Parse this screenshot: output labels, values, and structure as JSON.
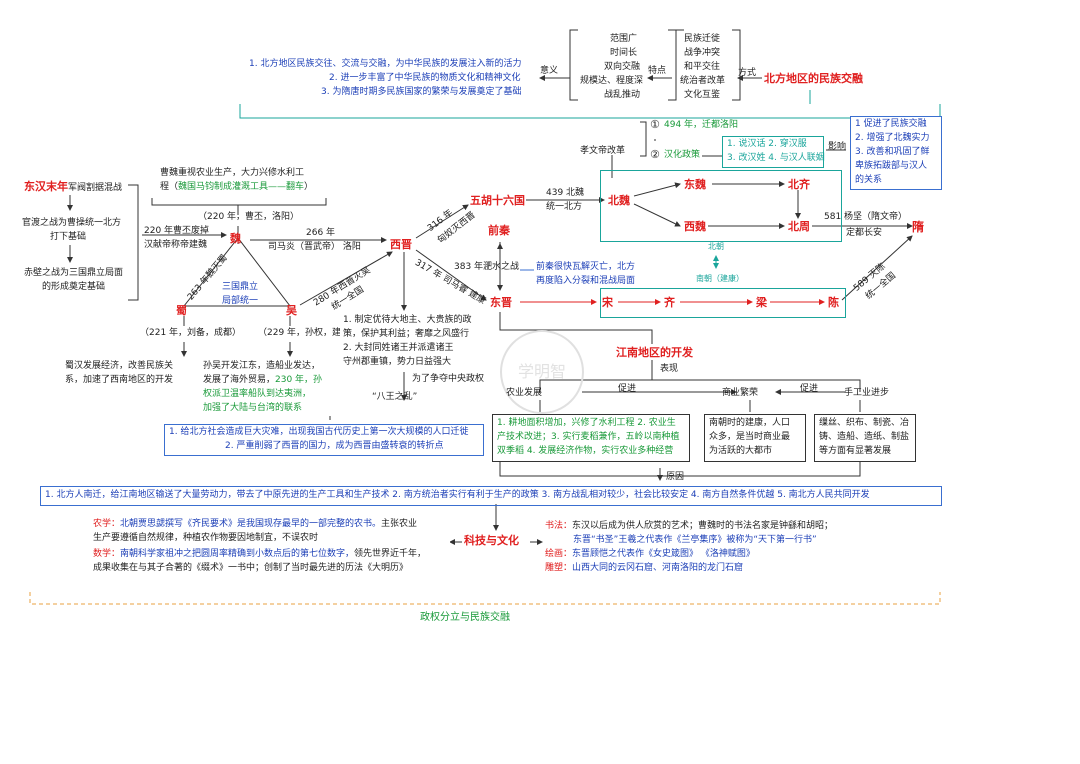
{
  "top": {
    "significance_lines": [
      "1. 北方地区民族交往、交流与交融，为中华民族的发展注入新的活力",
      "2. 进一步丰富了中华民族的物质文化和精神文化",
      "3. 为隋唐时期多民族国家的繁荣与发展奠定了基础"
    ],
    "significance_label": "意义",
    "features_lines": [
      "范围广",
      "时间长",
      "双向交融",
      "规模达、程度深",
      "战乱推动"
    ],
    "features_label": "特点",
    "ways_lines": [
      "民族迁徙",
      "战争冲突",
      "和平交往",
      "统治者改革",
      "文化互鉴"
    ],
    "ways_label": "方式",
    "title": "北方地区的民族交融"
  },
  "reform": {
    "xiaowen": "孝文帝改革",
    "item1_num": "①",
    "item1": "494 年，迁都洛阳",
    "item2_num": "②",
    "item2": "汉化政策",
    "hanhua_lines": [
      "1. 说汉话 2. 穿汉服",
      "3. 改汉姓 4. 与汉人联姻"
    ],
    "influence_label": "影响",
    "influence_lines": [
      "1 促进了民族交融",
      "2. 增强了北魏实力",
      "3. 改善和巩固了鲜",
      "卑族拓跋部与汉人",
      "的关系"
    ]
  },
  "left": {
    "donghan": "东汉末年",
    "donghan_suffix": "军阀割据混战",
    "guandu_lines": [
      "官渡之战为曹操统一北方",
      "打下基础"
    ],
    "chibi_lines": [
      "赤壁之战为三国鼎立局面",
      "的形成奠定基础"
    ],
    "caowei_line1": "曹魏重视农业生产，大力兴修水利工",
    "caowei_line2_pre": "程（",
    "caowei_line2_green": "魏国马钧制成灌溉工具——翻车",
    "caowei_line2_post": "）",
    "wei_date": "（220 年，曹丕，洛阳）",
    "event_220_lines": [
      "220 年曹丕废掉",
      "汉献帝称帝建魏"
    ],
    "wei": "魏",
    "shu": "蜀",
    "wu": "吴",
    "sanguo_lines": [
      "三国鼎立",
      "局部统一"
    ],
    "shu_destroyed": "263 年魏灭蜀",
    "shu_date": "（221 年，刘备，成都）",
    "wu_date": "（229 年，孙权，建业）",
    "shu_note_lines": [
      "蜀汉发展经济，改善民族关",
      "系，加速了西南地区的开发"
    ],
    "wu_note_lines": [
      "孙吴开发江东，造船业发达，",
      "发展了海外贸易，"
    ],
    "wu_note_green1": "230 年，孙",
    "wu_note_green_lines": [
      "权派卫温率船队到达夷洲，",
      "加强了大陆与台湾的联系"
    ]
  },
  "jin": {
    "event_266_top": "266 年",
    "event_266_bottom": "司马炎（晋武帝）  洛阳",
    "xijin": "西晋",
    "event_280": "280 年西晋灭吴",
    "event_280_b": "统一全国",
    "policies_lines": [
      "1. 制定优待大地主、大贵族的政",
      "策，保护其利益；奢靡之风盛行",
      "2. 大封同姓诸王并派遣诸王",
      "守州郡重镇，势力日益强大"
    ],
    "zhengduo": "为了争夺中央政权",
    "bawang": "“八王之乱”",
    "result_lines": [
      "1. 给北方社会造成巨大灾难，出现我国古代历史上第一次大规模的人口迁徙",
      "2. 严重削弱了西晋的国力，成为西晋由盛转衰的转折点"
    ],
    "event_316": "316 年",
    "event_316_b": "匈奴灭西晋",
    "event_317": "317 年 司马睿 建康",
    "wuhu": "五胡十六国",
    "qianqin": "前秦",
    "event_439_lines": [
      "439 北魏",
      "统一北方"
    ],
    "feishui": "383 年淝水之战",
    "feishui_result_lines": [
      "前秦很快瓦解灭亡，北方",
      "再度陷入分裂和混战局面"
    ],
    "dongjin": "东晋"
  },
  "north": {
    "beiwei": "北魏",
    "dongwei": "东魏",
    "beiqi": "北齐",
    "xiwei": "西魏",
    "beizhou": "北周",
    "event_581_lines": [
      "581 杨坚（隋文帝）",
      "定都长安"
    ],
    "sui": "隋",
    "beichao": "北朝",
    "nanchao": "南朝（建康）",
    "event_589_lines": [
      "589 灭陈",
      "统一全国"
    ],
    "song": "宋",
    "qi": "齐",
    "liang": "梁",
    "chen": "陈"
  },
  "south": {
    "title": "江南地区的开发",
    "biaoxian": "表现",
    "nongye": "农业发展",
    "cujin1": "促进",
    "shangye": "商业繁荣",
    "cujin2": "促进",
    "shougongye": "手工业进步",
    "nongye_lines": [
      "1. 耕地面积增加，兴修了水利工程 2. 农业生",
      "产技术改进；3. 实行麦稻兼作，五岭以南种植",
      "双季稻 4. 发展经济作物，实行农业多种经营"
    ],
    "shangye_lines": [
      "南朝时的建康，人口",
      "众多，是当时商业最",
      "为活跃的大都市"
    ],
    "shougongye_lines": [
      "缫丝、织布、制瓷、冶",
      "铸、造船、造纸、制盐",
      "等方面有显著发展"
    ],
    "yuanyin": "原因",
    "reasons": "1. 北方人南迁，给江南地区输送了大量劳动力，带去了中原先进的生产工具和生产技术 2. 南方统治者实行有利于生产的政策 3. 南方战乱相对较少，社会比较安定 4. 南方自然条件优越 5. 南北方人民共同开发"
  },
  "culture": {
    "title": "科技与文化",
    "nongxue_label": "农学：",
    "nongxue_text": "北朝贾思勰撰写《齐民要术》是我国现存最早的一部完整的农书。",
    "nongxue_text2": "主张农业",
    "nongxue_lines": [
      "生产要遵循自然规律，种植农作物要因地制宜，不误农时"
    ],
    "shuxue_label": "数学：",
    "shuxue_text": "南朝科学家祖冲之把圆周率精确到小数点后的第七位数字，",
    "shuxue_text2": "领先世界近千年，",
    "shuxue_lines": [
      "成果收集在与其子合著的《缀术》一书中；创制了当时最先进的历法《大明历》"
    ],
    "shufa_label": "书法：",
    "shufa_text": "东汉以后成为供人欣赏的艺术；曹魏时的书法名家是钟繇和胡昭；",
    "shufa_blue": "东晋“书圣”王羲之代表作《兰亭集序》被称为“天下第一行书”",
    "huihua_label": "绘画：",
    "huihua_text": "东晋顾恺之代表作《女史箴图》 《洛神赋图》",
    "diaosu_label": "雕塑：",
    "diaosu_text": "山西大同的云冈石窟、河南洛阳的龙门石窟"
  },
  "footer": "政权分立与民族交融",
  "watermark": "学明智"
}
